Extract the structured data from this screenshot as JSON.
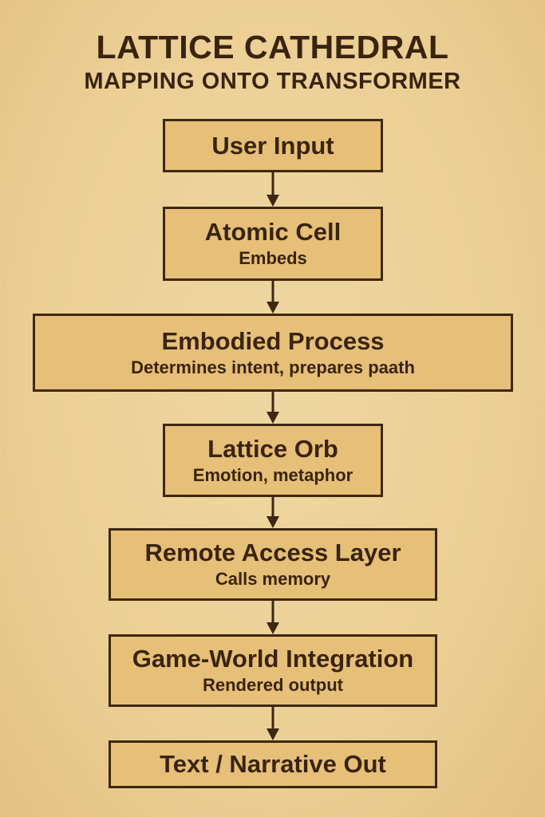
{
  "title": "LATTICE CATHEDRAL",
  "subtitle": "MAPPING ONTO TRANSFORMER",
  "nodes": [
    {
      "label": "User Input",
      "sub": ""
    },
    {
      "label": "Atomic Cell",
      "sub": "Embeds"
    },
    {
      "label": "Embodied Process",
      "sub": "Determines intent, prepares paath"
    },
    {
      "label": "Lattice Orb",
      "sub": "Emotion, metaphor"
    },
    {
      "label": "Remote Access Layer",
      "sub": "Calls memory"
    },
    {
      "label": "Game-World Integration",
      "sub": "Rendered output"
    },
    {
      "label": "Text / Narrative Out",
      "sub": ""
    }
  ],
  "colors": {
    "border": "#3d2810",
    "box": "#e6bf78",
    "text": "#3a2410"
  }
}
